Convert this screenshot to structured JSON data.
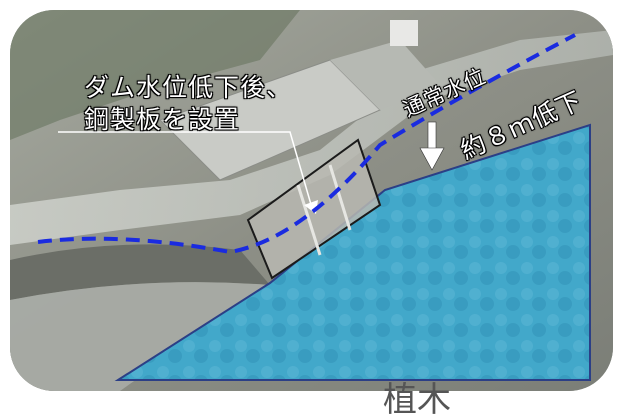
{
  "labels": {
    "installation_line1": "ダム水位低下後、",
    "installation_line2": "鋼製板を設置",
    "normal_water_level": "通常水位",
    "drop_amount": "約８ｍ低下",
    "bottom_partial": "植木"
  },
  "colors": {
    "water_fill": "#3fa6c8",
    "water_outline": "#2b3f86",
    "dashed_line": "#1a2be0",
    "plate_fill": "#b8b8b2",
    "arrow": "#ffffff"
  },
  "icons": {
    "down_arrow": "arrow-down-icon",
    "callout_arrow": "arrow-diagonal-icon"
  }
}
